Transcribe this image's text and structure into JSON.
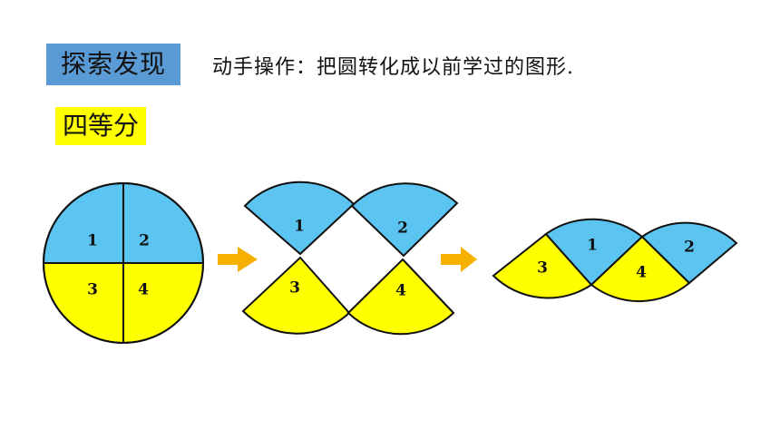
{
  "badge": {
    "text": "探索发现"
  },
  "subtitle": {
    "text": "动手操作：把圆转化成以前学过的图形."
  },
  "label": {
    "text": "四等分"
  },
  "colors": {
    "blue": "#5bc4f1",
    "yellow": "#ffff00",
    "arrow": "#f5b000",
    "badge_bg": "#5b9bd5",
    "label_bg": "#ffff00"
  },
  "pieces": {
    "circle": [
      "1",
      "2",
      "3",
      "4"
    ],
    "split": [
      "1",
      "2",
      "3",
      "4"
    ],
    "rearranged": [
      "1",
      "2",
      "3",
      "4"
    ]
  },
  "icons": [
    "right-arrow-icon",
    "right-arrow-icon"
  ]
}
